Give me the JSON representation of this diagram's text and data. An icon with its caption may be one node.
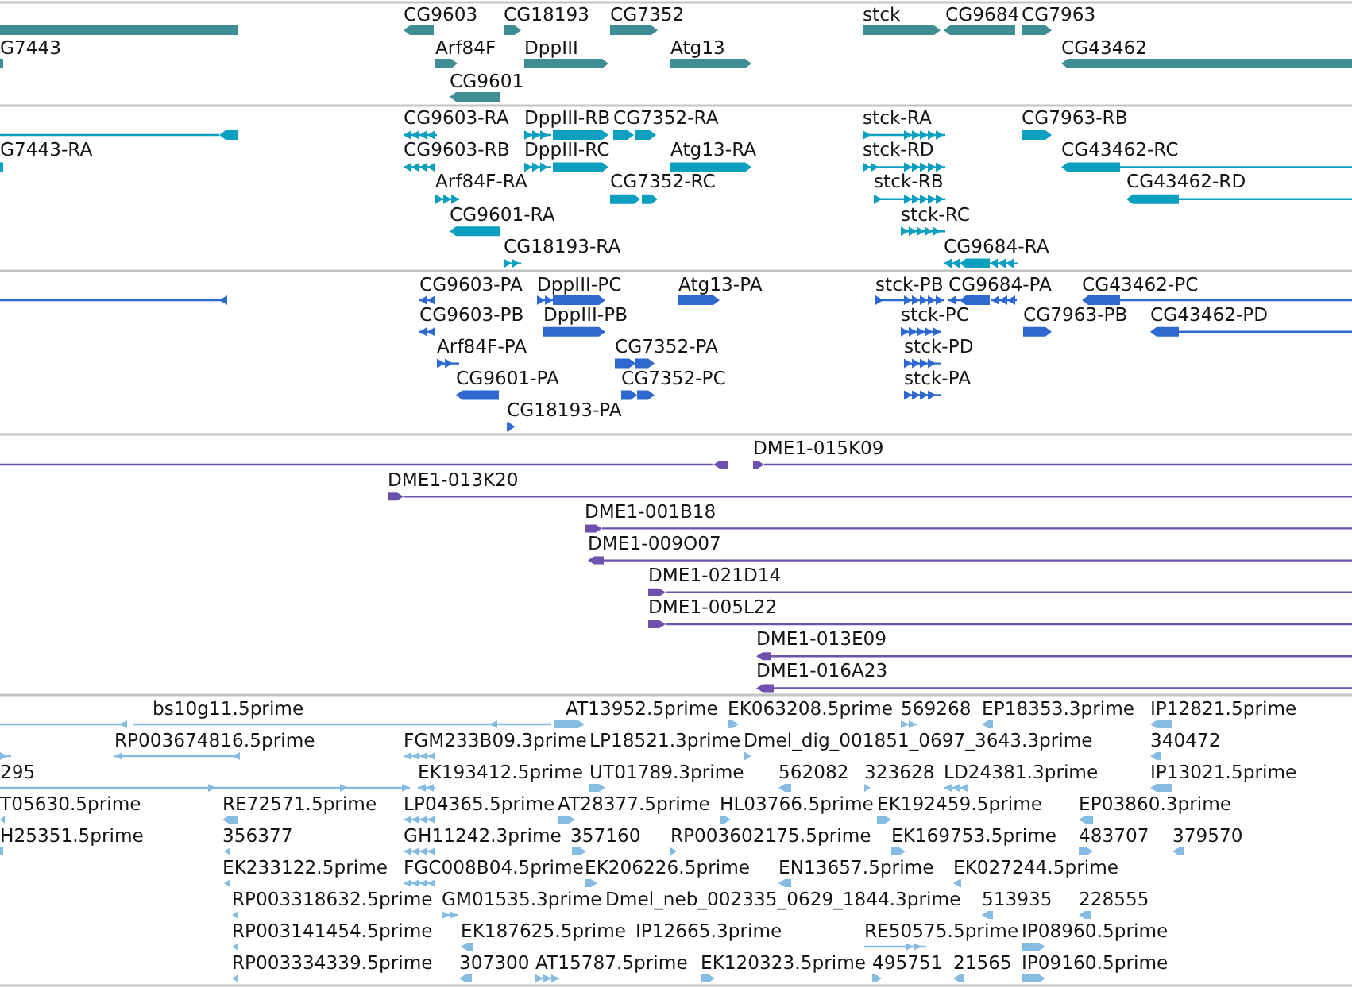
{
  "diagram": {
    "labels": [
      "CG9603",
      "CG18193",
      "CG7352",
      "stck",
      "CG9684",
      "CG7963",
      "G7443",
      "Arf84F",
      "DppIII",
      "Atg13",
      "CG43462",
      "CG9601",
      "CG9603-RA",
      "DppIII-RB",
      "CG7352-RA",
      "stck-RA",
      "CG7963-RB",
      "G7443-RA",
      "CG9603-RB",
      "DppIII-RC",
      "Atg13-RA",
      "stck-RD",
      "CG43462-RC",
      "Arf84F-RA",
      "CG7352-RC",
      "stck-RB",
      "CG43462-RD",
      "CG9601-RA",
      "stck-RC",
      "CG18193-RA",
      "CG9684-RA",
      "CG9603-PA",
      "DppIII-PC",
      "Atg13-PA",
      "stck-PB",
      "CG9684-PA",
      "CG43462-PC",
      "CG9603-PB",
      "DppIII-PB",
      "stck-PC",
      "CG7963-PB",
      "CG43462-PD",
      "Arf84F-PA",
      "CG7352-PA",
      "stck-PD",
      "CG9601-PA",
      "CG7352-PC",
      "stck-PA",
      "CG18193-PA",
      "DME1-015K09",
      "DME1-013K20",
      "DME1-001B18",
      "DME1-009O07",
      "DME1-021D14",
      "DME1-005L22",
      "DME1-013E09",
      "DME1-016A23",
      "bs10g11.5prime",
      "AT13952.5prime",
      "EK063208.5prime",
      "569268",
      "EP18353.3prime",
      "IP12821.5prime",
      "RP003674816.5prime",
      "FGM233B09.3prime",
      "LP18521.3prime",
      "Dmel_dig_001851_0697_3643.3prime",
      "340472",
      "295",
      "EK193412.5prime",
      "UT01789.3prime",
      "562082",
      "323628",
      "LD24381.3prime",
      "IP13021.5prime",
      "T05630.5prime",
      "RE72571.5prime",
      "LP04365.5prime",
      "AT28377.5prime",
      "HL03766.5prime",
      "EK192459.5prime",
      "EP03860.3prime",
      "H25351.5prime",
      "356377",
      "GH11242.3prime",
      "357160",
      "RP003602175.5prime",
      "EK169753.5prime",
      "483707",
      "379570",
      "EK233122.5prime",
      "FGC008B04.5prime",
      "EK206226.5prime",
      "EN13657.5prime",
      "EK027244.5prime",
      "RP003318632.5prime",
      "GM01535.3prime",
      "Dmel_neb_002335_0629_1844.3prime",
      "513935",
      "228555",
      "RP003141454.5prime",
      "EK187625.5prime",
      "IP12665.3prime",
      "RE50575.5prime",
      "IP08960.5prime",
      "RP003334339.5prime",
      "307300",
      "AT15787.5prime",
      "EK120323.5prime",
      "495751",
      "21565",
      "IP09160.5prime"
    ]
  }
}
